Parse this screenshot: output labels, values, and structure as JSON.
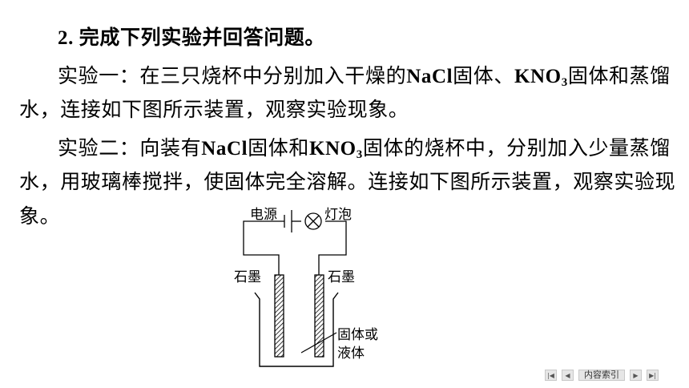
{
  "question": {
    "line1": "2. 完成下列实验并回答问题。",
    "line2_a": "实验一：在三只烧杯中分别加入干燥的",
    "nacl": "NaCl",
    "line2_b": "固体、",
    "kno3_main": "KNO",
    "kno3_sub": "3",
    "line2_c": "固体和蒸馏",
    "line3": "水，连接如下图所示装置，观察实验现象。",
    "line4_a": "实验二：向装有",
    "line4_b": "固体和",
    "line4_c": "固体的烧杯中，分别加入少量蒸馏",
    "line5": "水，用玻璃棒搅拌，使固体完全溶解。连接如下图所示装置，观察实验现",
    "line6": "象。"
  },
  "diagram": {
    "power_label": "电源",
    "bulb_label": "灯泡",
    "graphite_left_label": "石墨",
    "graphite_right_label": "石墨",
    "content_label_1": "固体或",
    "content_label_2": "液体"
  },
  "navigation": {
    "first_icon": "first-page-icon",
    "prev_icon": "prev-page-icon",
    "index_label": "内容索引",
    "next_icon": "next-page-icon",
    "last_icon": "last-page-icon"
  }
}
